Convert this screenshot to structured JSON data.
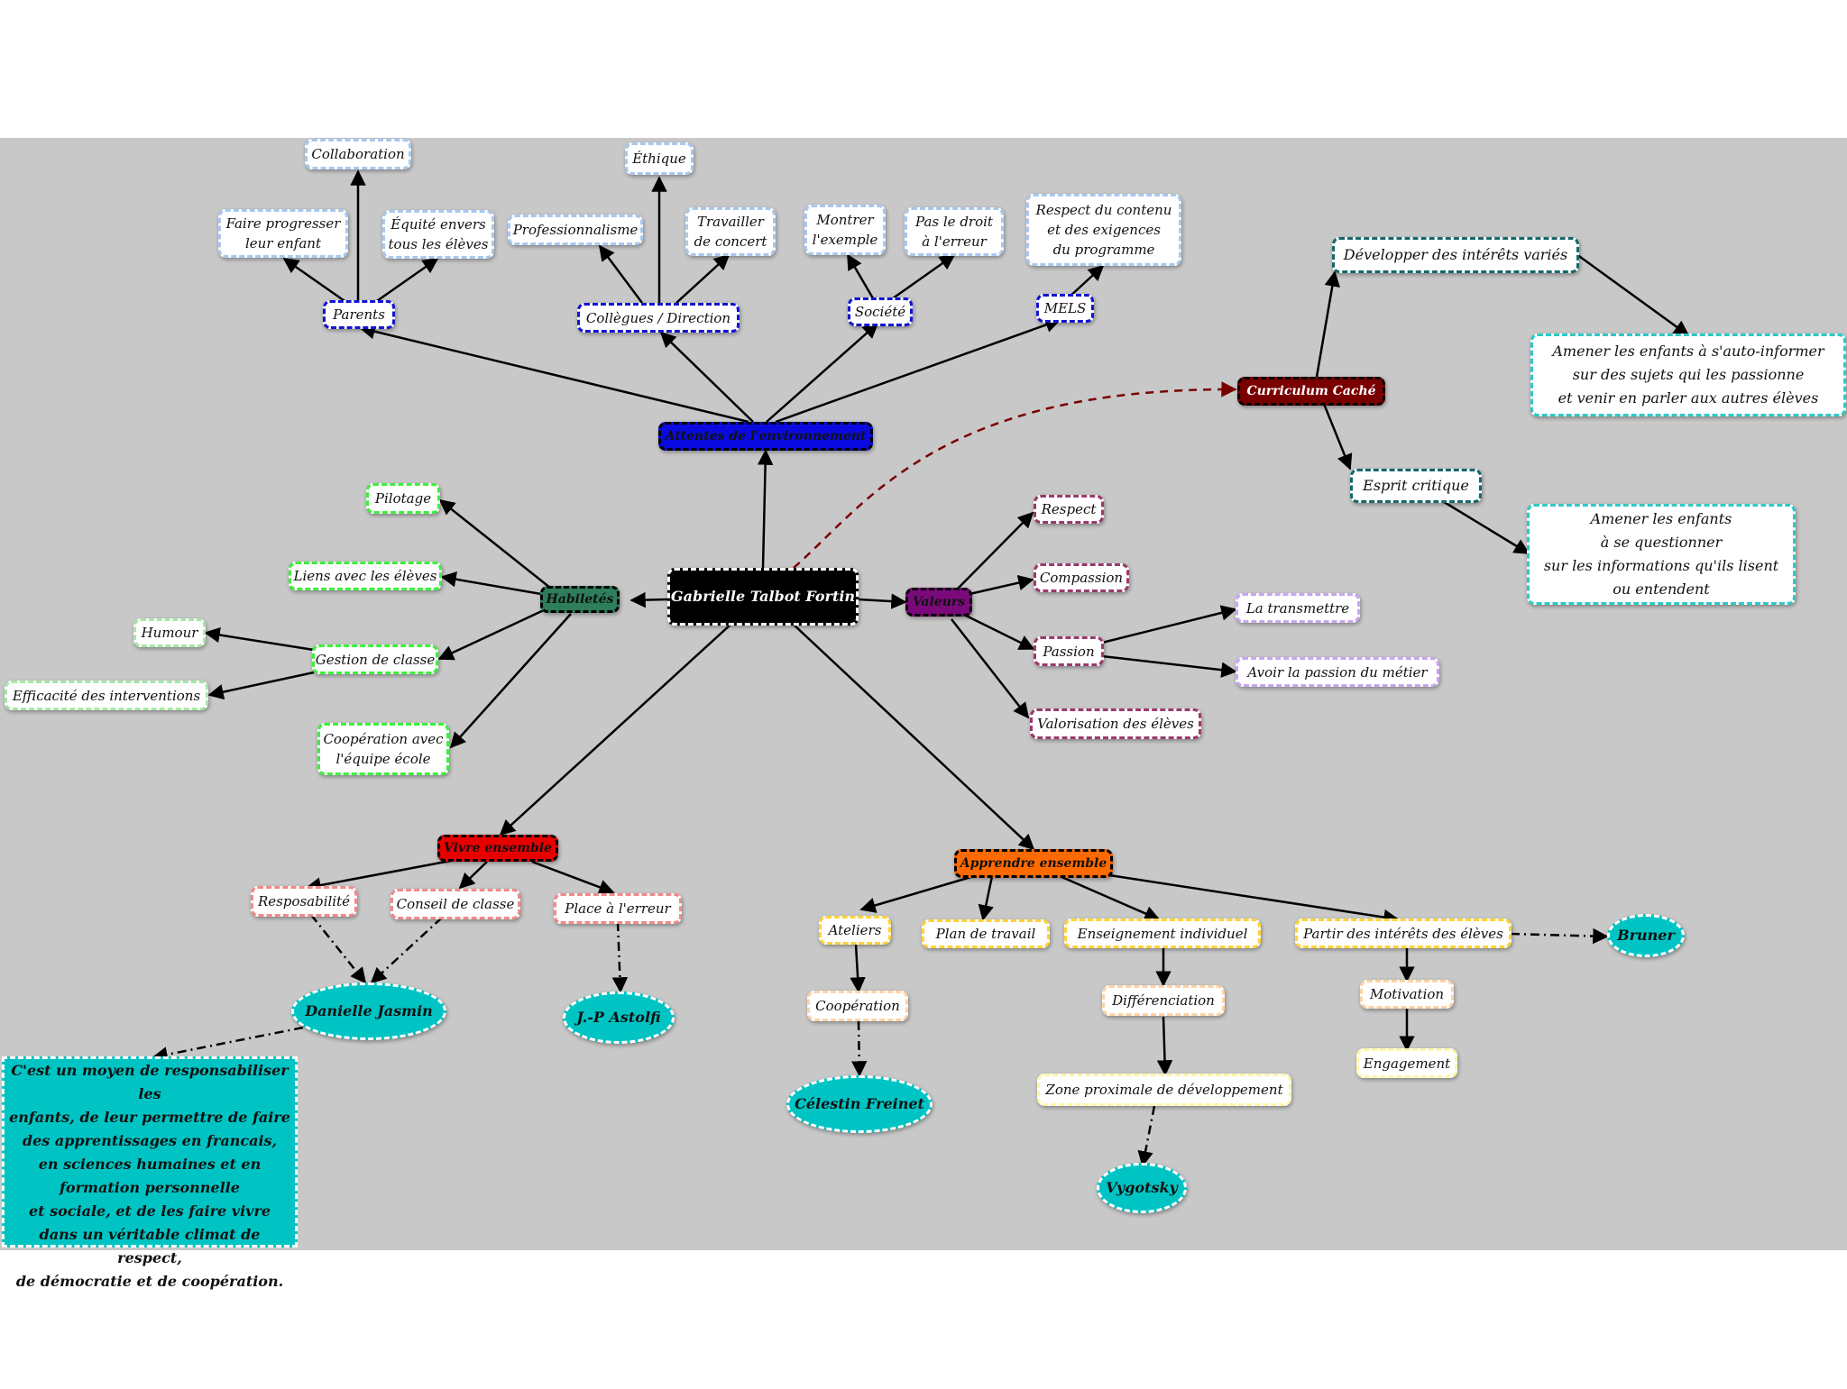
{
  "colors": {
    "background": "#c8c8c8",
    "center": "#000000",
    "attentes": "#0a0ae0",
    "habiletes": "#2e7d5b",
    "valeurs": "#7a0a7a",
    "vivre": "#e80000",
    "apprendre": "#ff6a00",
    "curriculum": "#7a0000",
    "theorist": "#00c4c4"
  },
  "nodes": {
    "center": "Gabrielle Talbot Fortin",
    "attentes": "Attentes de l'environnement",
    "parents": "Parents",
    "collaboration": "Collaboration",
    "faire_progresser": "Faire progresser\nleur enfant",
    "equite": "Équité envers\ntous les élèves",
    "collegues": "Collègues / Direction",
    "ethique": "Éthique",
    "professionnalisme": "Professionnalisme",
    "travailler": "Travailler\nde concert",
    "societe": "Société",
    "montrer": "Montrer\nl'exemple",
    "pas_droit": "Pas le droit\nà l'erreur",
    "mels": "MELS",
    "respect_contenu": "Respect du contenu\net des exigences\ndu programme",
    "habiletes": "Habiletés",
    "pilotage": "Pilotage",
    "liens": "Liens avec les élèves",
    "gestion": "Gestion de classe",
    "humour": "Humour",
    "efficacite": "Efficacité des interventions",
    "cooperation_equipe": "Coopération avec\nl'équipe école",
    "valeurs": "Valeurs",
    "respect": "Respect",
    "compassion": "Compassion",
    "passion": "Passion",
    "transmettre": "La transmettre",
    "avoir_passion": "Avoir la passion du métier",
    "valorisation": "Valorisation des élèves",
    "curriculum": "Curriculum Caché",
    "developper": "Développer des intérêts variés",
    "amener_auto": "Amener les enfants à s'auto-informer\nsur des sujets qui les passionne\net venir en parler aux autres élèves",
    "esprit": "Esprit critique",
    "amener_question": "Amener les enfants\nà se questionner\nsur les informations qu'ils lisent\nou entendent",
    "vivre": "Vivre ensemble",
    "resposabilite": "Resposabilité",
    "conseil": "Conseil de classe",
    "place_erreur": "Place à l'erreur",
    "danielle": "Danielle Jasmin",
    "astolfi": "J.-P Astolfi",
    "note": "C'est un moyen de responsabiliser les\nenfants, de leur permettre de faire\ndes apprentissages en francais,\nen sciences humaines et en\nformation personnelle\net sociale, et de les faire vivre\ndans un véritable climat de respect,\nde démocratie et de coopération.",
    "apprendre": "Apprendre ensemble",
    "ateliers": "Ateliers",
    "plan": "Plan de travail",
    "enseignement": "Enseignement individuel",
    "partir": "Partir des intérêts des élèves",
    "cooperation": "Coopération",
    "freinet": "Célestin Freinet",
    "differenciation": "Différenciation",
    "zone": "Zone proximale de développement",
    "vygotsky": "Vygotsky",
    "motivation": "Motivation",
    "engagement": "Engagement",
    "bruner": "Bruner"
  }
}
